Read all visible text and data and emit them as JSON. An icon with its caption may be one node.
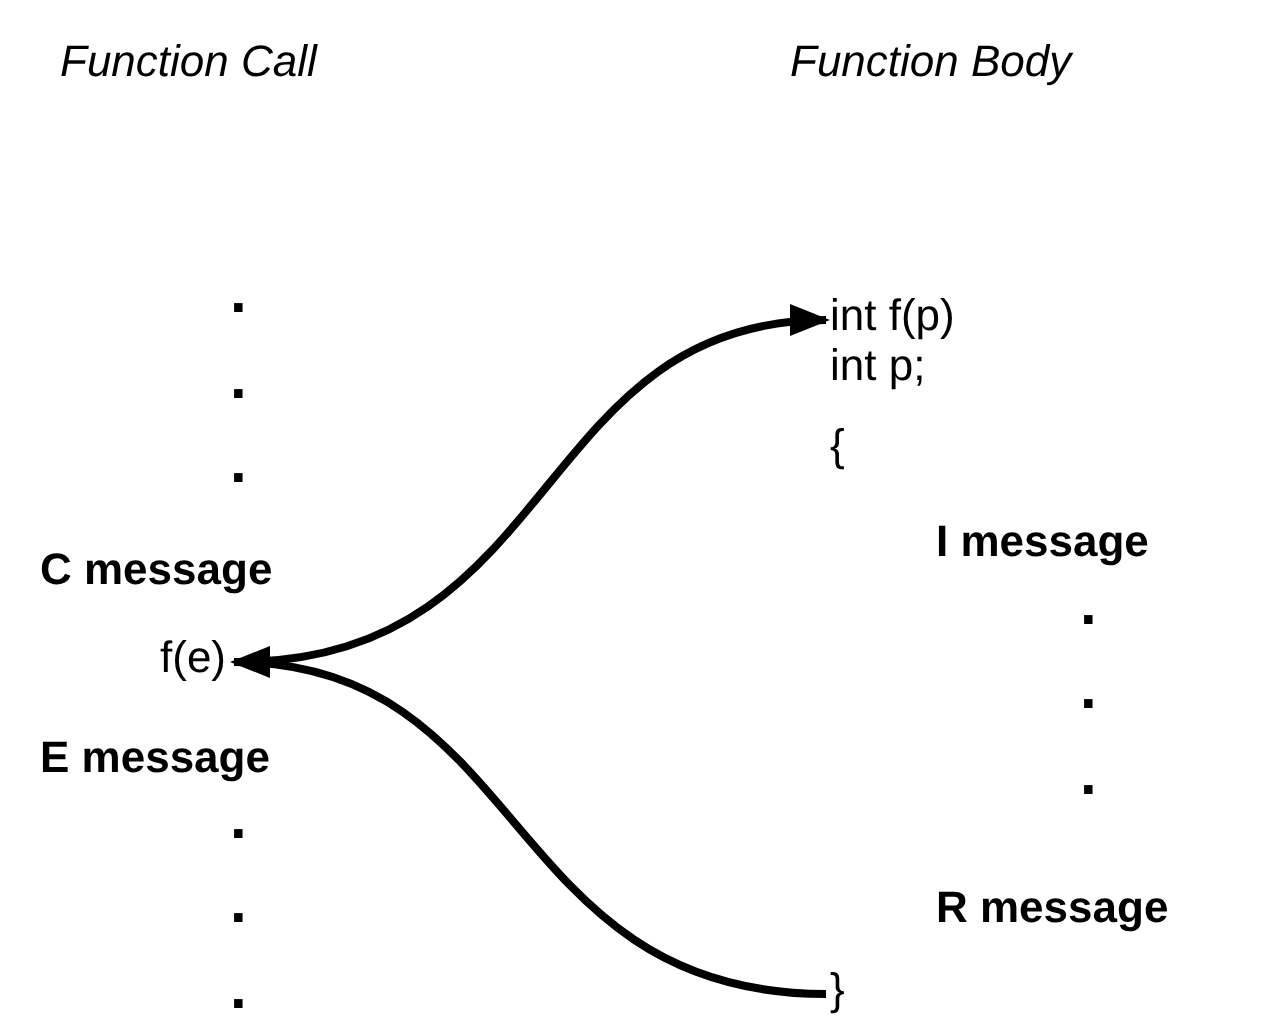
{
  "diagram": {
    "nodes": [
      {
        "text": [
          "f(e)"
        ]
      },
      {
        "text": [
          "int f(p)"
        ]
      },
      {
        "text": [
          "}"
        ]
      }
    ],
    "edges": [
      {
        "from": 0,
        "to": 1,
        "arrow": "to"
      },
      {
        "from": 2,
        "to": 0,
        "arrow": "to"
      }
    ],
    "labels": [
      "Function Call",
      "Function Body",
      ".",
      ".",
      ".",
      "C message",
      "E message",
      ".",
      ".",
      ".",
      "int p;",
      "{",
      "I message",
      ".",
      ".",
      ".",
      "R message"
    ]
  }
}
